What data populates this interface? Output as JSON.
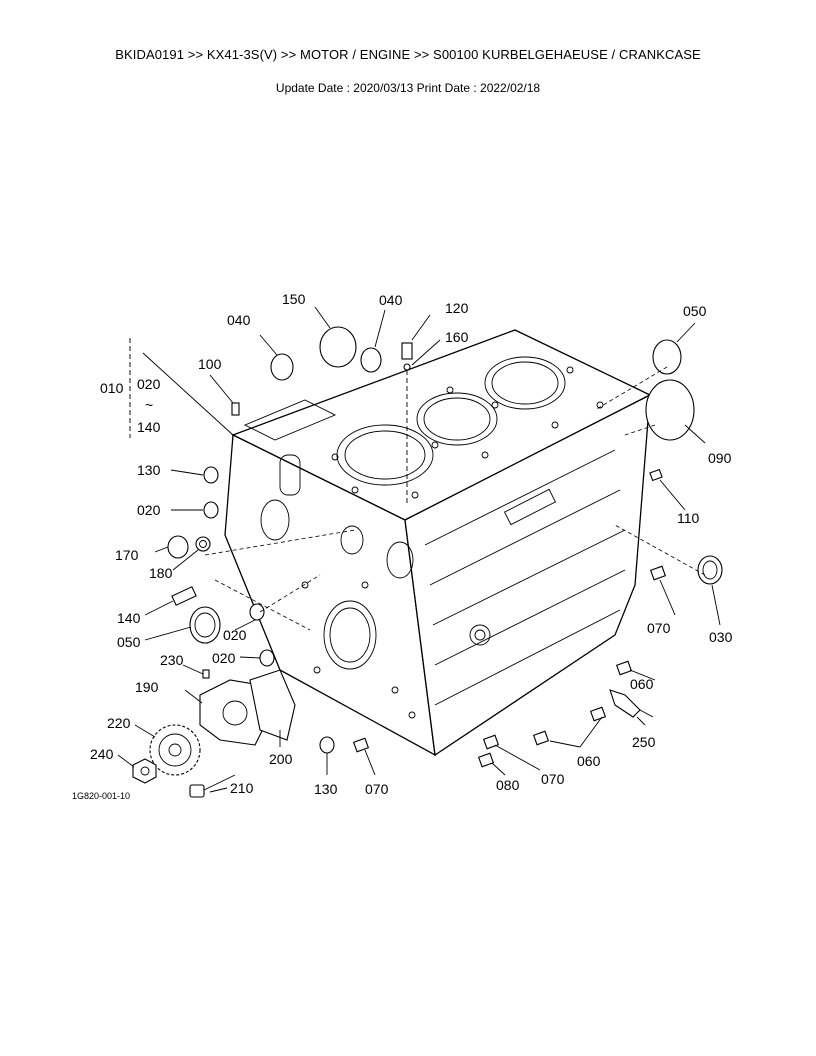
{
  "header": {
    "title": "BKIDA0191 >> KX41-3S(V) >> MOTOR / ENGINE >> S00100   KURBELGEHAEUSE / CRANKCASE",
    "dates": "Update Date : 2020/03/13   Print Date : 2022/02/18"
  },
  "diagram": {
    "figure_id": "1G820-001-10",
    "callouts": {
      "c010": "010",
      "c020_top": "020",
      "c_tilde": "~",
      "c140_top": "140",
      "c040_left": "040",
      "c150": "150",
      "c040_right": "040",
      "c120": "120",
      "c160": "160",
      "c050_top": "050",
      "c090": "090",
      "c100": "100",
      "c130_left": "130",
      "c020_left": "020",
      "c170": "170",
      "c180": "180",
      "c140_mid": "140",
      "c050_mid": "050",
      "c020_mid": "020",
      "c020_low": "020",
      "c230": "230",
      "c190": "190",
      "c220": "220",
      "c240": "240",
      "c210": "210",
      "c200": "200",
      "c130_bottom": "130",
      "c070_bottom": "070",
      "c080": "080",
      "c070_mid": "070",
      "c060_bottom": "060",
      "c250": "250",
      "c060_right": "060",
      "c070_right": "070",
      "c030": "030",
      "c110": "110"
    }
  }
}
